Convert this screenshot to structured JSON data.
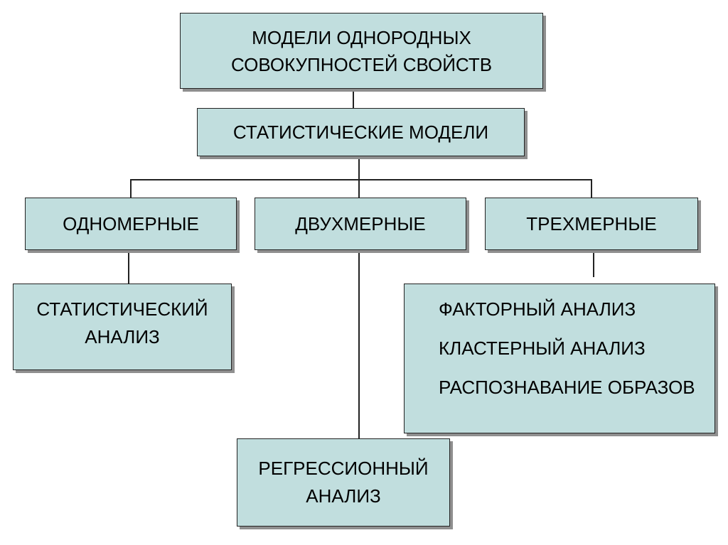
{
  "diagram": {
    "root": {
      "line1": "МОДЕЛИ ОДНОРОДНЫХ",
      "line2": "СОВОКУПНОСТЕЙ СВОЙСТВ"
    },
    "statistical_models": "СТАТИСТИЧЕСКИЕ МОДЕЛИ",
    "branches": {
      "one_dimensional": "ОДНОМЕРНЫЕ",
      "two_dimensional": "ДВУХМЕРНЫЕ",
      "three_dimensional": "ТРЕХМЕРНЫЕ"
    },
    "leaves": {
      "statistical_analysis": {
        "line1": "СТАТИСТИЧЕСКИЙ",
        "line2": "АНАЛИЗ"
      },
      "regression_analysis": {
        "line1": "РЕГРЕССИОННЫЙ",
        "line2": "АНАЛИЗ"
      },
      "multivariate_methods": [
        "ФАКТОРНЫЙ АНАЛИЗ",
        "КЛАСТЕРНЫЙ АНАЛИЗ",
        "РАСПОЗНАВАНИЕ ОБРАЗОВ"
      ]
    }
  }
}
